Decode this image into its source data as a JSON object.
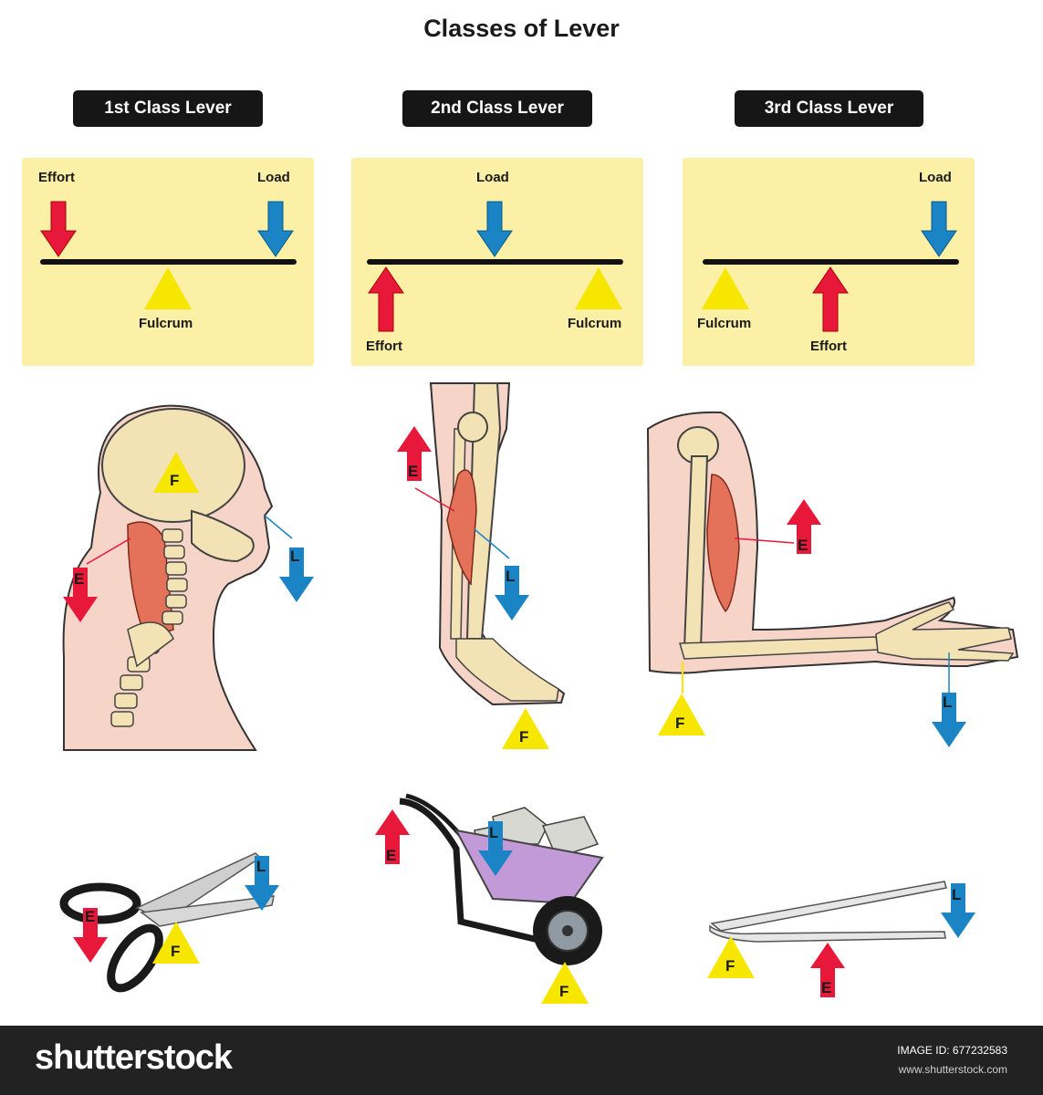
{
  "title": "Classes of Lever",
  "classes": [
    {
      "heading": "1st Class Lever",
      "effort": "Effort",
      "load": "Load",
      "fulcrum": "Fulcrum"
    },
    {
      "heading": "2nd Class Lever",
      "effort": "Effort",
      "load": "Load",
      "fulcrum": "Fulcrum"
    },
    {
      "heading": "3rd Class Lever",
      "effort": "Effort",
      "load": "Load",
      "fulcrum": "Fulcrum"
    }
  ],
  "markers": {
    "effort": "E",
    "load": "L",
    "fulcrum": "F"
  },
  "colors": {
    "effort": "#e8183a",
    "load": "#1a84c4",
    "fulcrum": "#f7e600",
    "panel": "#fbf0a6",
    "skin": "#f6d4c8",
    "bone": "#f3e3b4",
    "muscle": "#e4715a"
  },
  "footer": {
    "brand": "shutterstock",
    "image_id": "IMAGE ID: 677232583",
    "site": "www.shutterstock.com"
  }
}
